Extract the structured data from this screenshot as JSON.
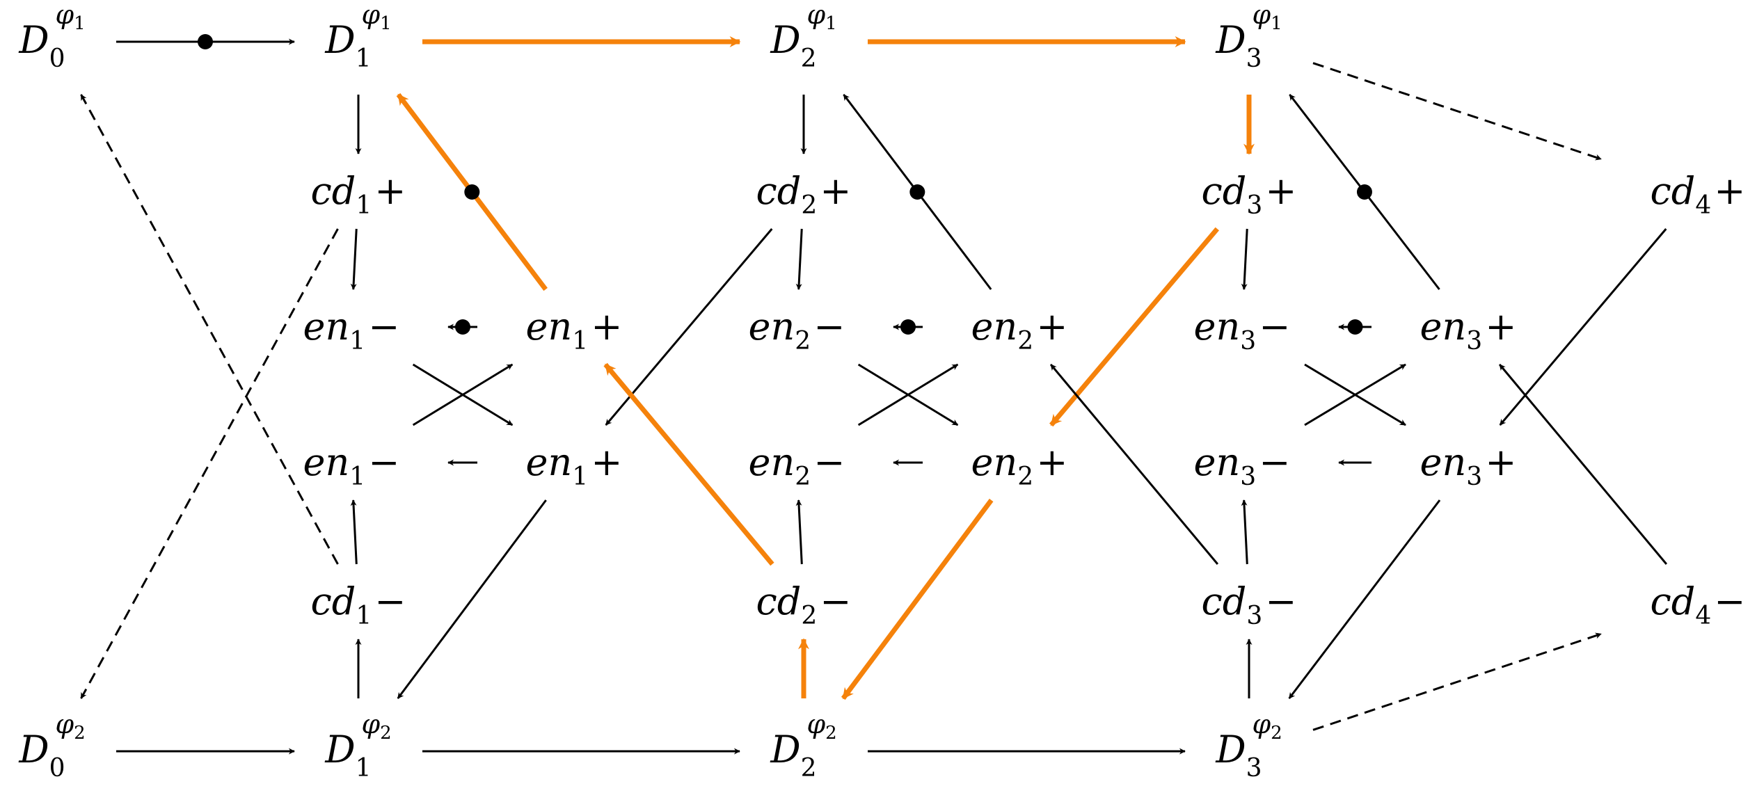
{
  "colors": {
    "black": "#000000",
    "orange": "#f5820b"
  },
  "nodes": [
    {
      "id": "D0_1",
      "kind": "D",
      "sub": "0",
      "sup": "φ",
      "supsub": "1"
    },
    {
      "id": "D1_1",
      "kind": "D",
      "sub": "1",
      "sup": "φ",
      "supsub": "1"
    },
    {
      "id": "D2_1",
      "kind": "D",
      "sub": "2",
      "sup": "φ",
      "supsub": "1"
    },
    {
      "id": "D3_1",
      "kind": "D",
      "sub": "3",
      "sup": "φ",
      "supsub": "1"
    },
    {
      "id": "cd1p",
      "kind": "t",
      "base": "cd",
      "sub": "1",
      "op": "+"
    },
    {
      "id": "cd2p",
      "kind": "t",
      "base": "cd",
      "sub": "2",
      "op": "+"
    },
    {
      "id": "cd3p",
      "kind": "t",
      "base": "cd",
      "sub": "3",
      "op": "+"
    },
    {
      "id": "cd4p",
      "kind": "t",
      "base": "cd",
      "sub": "4",
      "op": "+"
    },
    {
      "id": "en1m_a",
      "kind": "t",
      "base": "en",
      "sub": "1",
      "op": "−"
    },
    {
      "id": "en1p_a",
      "kind": "t",
      "base": "en",
      "sub": "1",
      "op": "+"
    },
    {
      "id": "en2m_a",
      "kind": "t",
      "base": "en",
      "sub": "2",
      "op": "−"
    },
    {
      "id": "en2p_a",
      "kind": "t",
      "base": "en",
      "sub": "2",
      "op": "+"
    },
    {
      "id": "en3m_a",
      "kind": "t",
      "base": "en",
      "sub": "3",
      "op": "−"
    },
    {
      "id": "en3p_a",
      "kind": "t",
      "base": "en",
      "sub": "3",
      "op": "+"
    },
    {
      "id": "en1m_b",
      "kind": "t",
      "base": "en",
      "sub": "1",
      "op": "−"
    },
    {
      "id": "en1p_b",
      "kind": "t",
      "base": "en",
      "sub": "1",
      "op": "+"
    },
    {
      "id": "en2m_b",
      "kind": "t",
      "base": "en",
      "sub": "2",
      "op": "−"
    },
    {
      "id": "en2p_b",
      "kind": "t",
      "base": "en",
      "sub": "2",
      "op": "+"
    },
    {
      "id": "en3m_b",
      "kind": "t",
      "base": "en",
      "sub": "3",
      "op": "−"
    },
    {
      "id": "en3p_b",
      "kind": "t",
      "base": "en",
      "sub": "3",
      "op": "+"
    },
    {
      "id": "cd1m",
      "kind": "t",
      "base": "cd",
      "sub": "1",
      "op": "−"
    },
    {
      "id": "cd2m",
      "kind": "t",
      "base": "cd",
      "sub": "2",
      "op": "−"
    },
    {
      "id": "cd3m",
      "kind": "t",
      "base": "cd",
      "sub": "3",
      "op": "−"
    },
    {
      "id": "cd4m",
      "kind": "t",
      "base": "cd",
      "sub": "4",
      "op": "−"
    },
    {
      "id": "D0_2",
      "kind": "D",
      "sub": "0",
      "sup": "φ",
      "supsub": "2"
    },
    {
      "id": "D1_2",
      "kind": "D",
      "sub": "1",
      "sup": "φ",
      "supsub": "2"
    },
    {
      "id": "D2_2",
      "kind": "D",
      "sub": "2",
      "sup": "φ",
      "supsub": "2"
    },
    {
      "id": "D3_2",
      "kind": "D",
      "sub": "3",
      "sup": "φ",
      "supsub": "2"
    }
  ],
  "edges": [
    {
      "from": "D0_1",
      "to": "D1_1",
      "dot": true
    },
    {
      "from": "D1_1",
      "to": "D2_1",
      "color": "orange"
    },
    {
      "from": "D2_1",
      "to": "D3_1",
      "color": "orange"
    },
    {
      "from": "D3_1",
      "to": "cd4p",
      "dashed": true
    },
    {
      "from": "D1_1",
      "to": "cd1p"
    },
    {
      "from": "D2_1",
      "to": "cd2p"
    },
    {
      "from": "D3_1",
      "to": "cd3p",
      "color": "orange"
    },
    {
      "from": "cd1p",
      "to": "en1m_a"
    },
    {
      "from": "cd2p",
      "to": "en2m_a"
    },
    {
      "from": "cd3p",
      "to": "en3m_a"
    },
    {
      "from": "en1p_a",
      "to": "D1_1",
      "color": "orange",
      "dot": true
    },
    {
      "from": "en2p_a",
      "to": "D2_1",
      "dot": true
    },
    {
      "from": "en3p_a",
      "to": "D3_1",
      "dot": true
    },
    {
      "from": "en1p_a",
      "to": "en1m_a",
      "dot": true
    },
    {
      "from": "en2p_a",
      "to": "en2m_a",
      "dot": true
    },
    {
      "from": "en3p_a",
      "to": "en3m_a",
      "dot": true
    },
    {
      "from": "en1m_a",
      "to": "en1p_b"
    },
    {
      "from": "en1m_b",
      "to": "en1p_a"
    },
    {
      "from": "en2m_a",
      "to": "en2p_b"
    },
    {
      "from": "en2m_b",
      "to": "en2p_a"
    },
    {
      "from": "en3m_a",
      "to": "en3p_b"
    },
    {
      "from": "en3m_b",
      "to": "en3p_a"
    },
    {
      "from": "en1p_b",
      "to": "en1m_b"
    },
    {
      "from": "en2p_b",
      "to": "en2m_b"
    },
    {
      "from": "en3p_b",
      "to": "en3m_b"
    },
    {
      "from": "cd2p",
      "to": "en1p_b"
    },
    {
      "from": "cd3p",
      "to": "en2p_b",
      "color": "orange"
    },
    {
      "from": "cd4p",
      "to": "en3p_b"
    },
    {
      "from": "cd2m",
      "to": "en1p_a",
      "color": "orange"
    },
    {
      "from": "cd3m",
      "to": "en2p_a"
    },
    {
      "from": "cd4m",
      "to": "en3p_a"
    },
    {
      "from": "cd1m",
      "to": "en1m_b"
    },
    {
      "from": "cd2m",
      "to": "en2m_b"
    },
    {
      "from": "cd3m",
      "to": "en3m_b"
    },
    {
      "from": "D1_2",
      "to": "cd1m"
    },
    {
      "from": "D2_2",
      "to": "cd2m",
      "color": "orange"
    },
    {
      "from": "D3_2",
      "to": "cd3m"
    },
    {
      "from": "en1p_b",
      "to": "D1_2"
    },
    {
      "from": "en2p_b",
      "to": "D2_2",
      "color": "orange"
    },
    {
      "from": "en3p_b",
      "to": "D3_2"
    },
    {
      "from": "D0_2",
      "to": "D1_2"
    },
    {
      "from": "D1_2",
      "to": "D2_2"
    },
    {
      "from": "D2_2",
      "to": "D3_2"
    },
    {
      "from": "D3_2",
      "to": "cd4m",
      "dashed": true
    },
    {
      "from": "cd1p",
      "to": "D0_2",
      "dashed": true
    },
    {
      "from": "cd1m",
      "to": "D0_1",
      "dashed": true
    }
  ]
}
